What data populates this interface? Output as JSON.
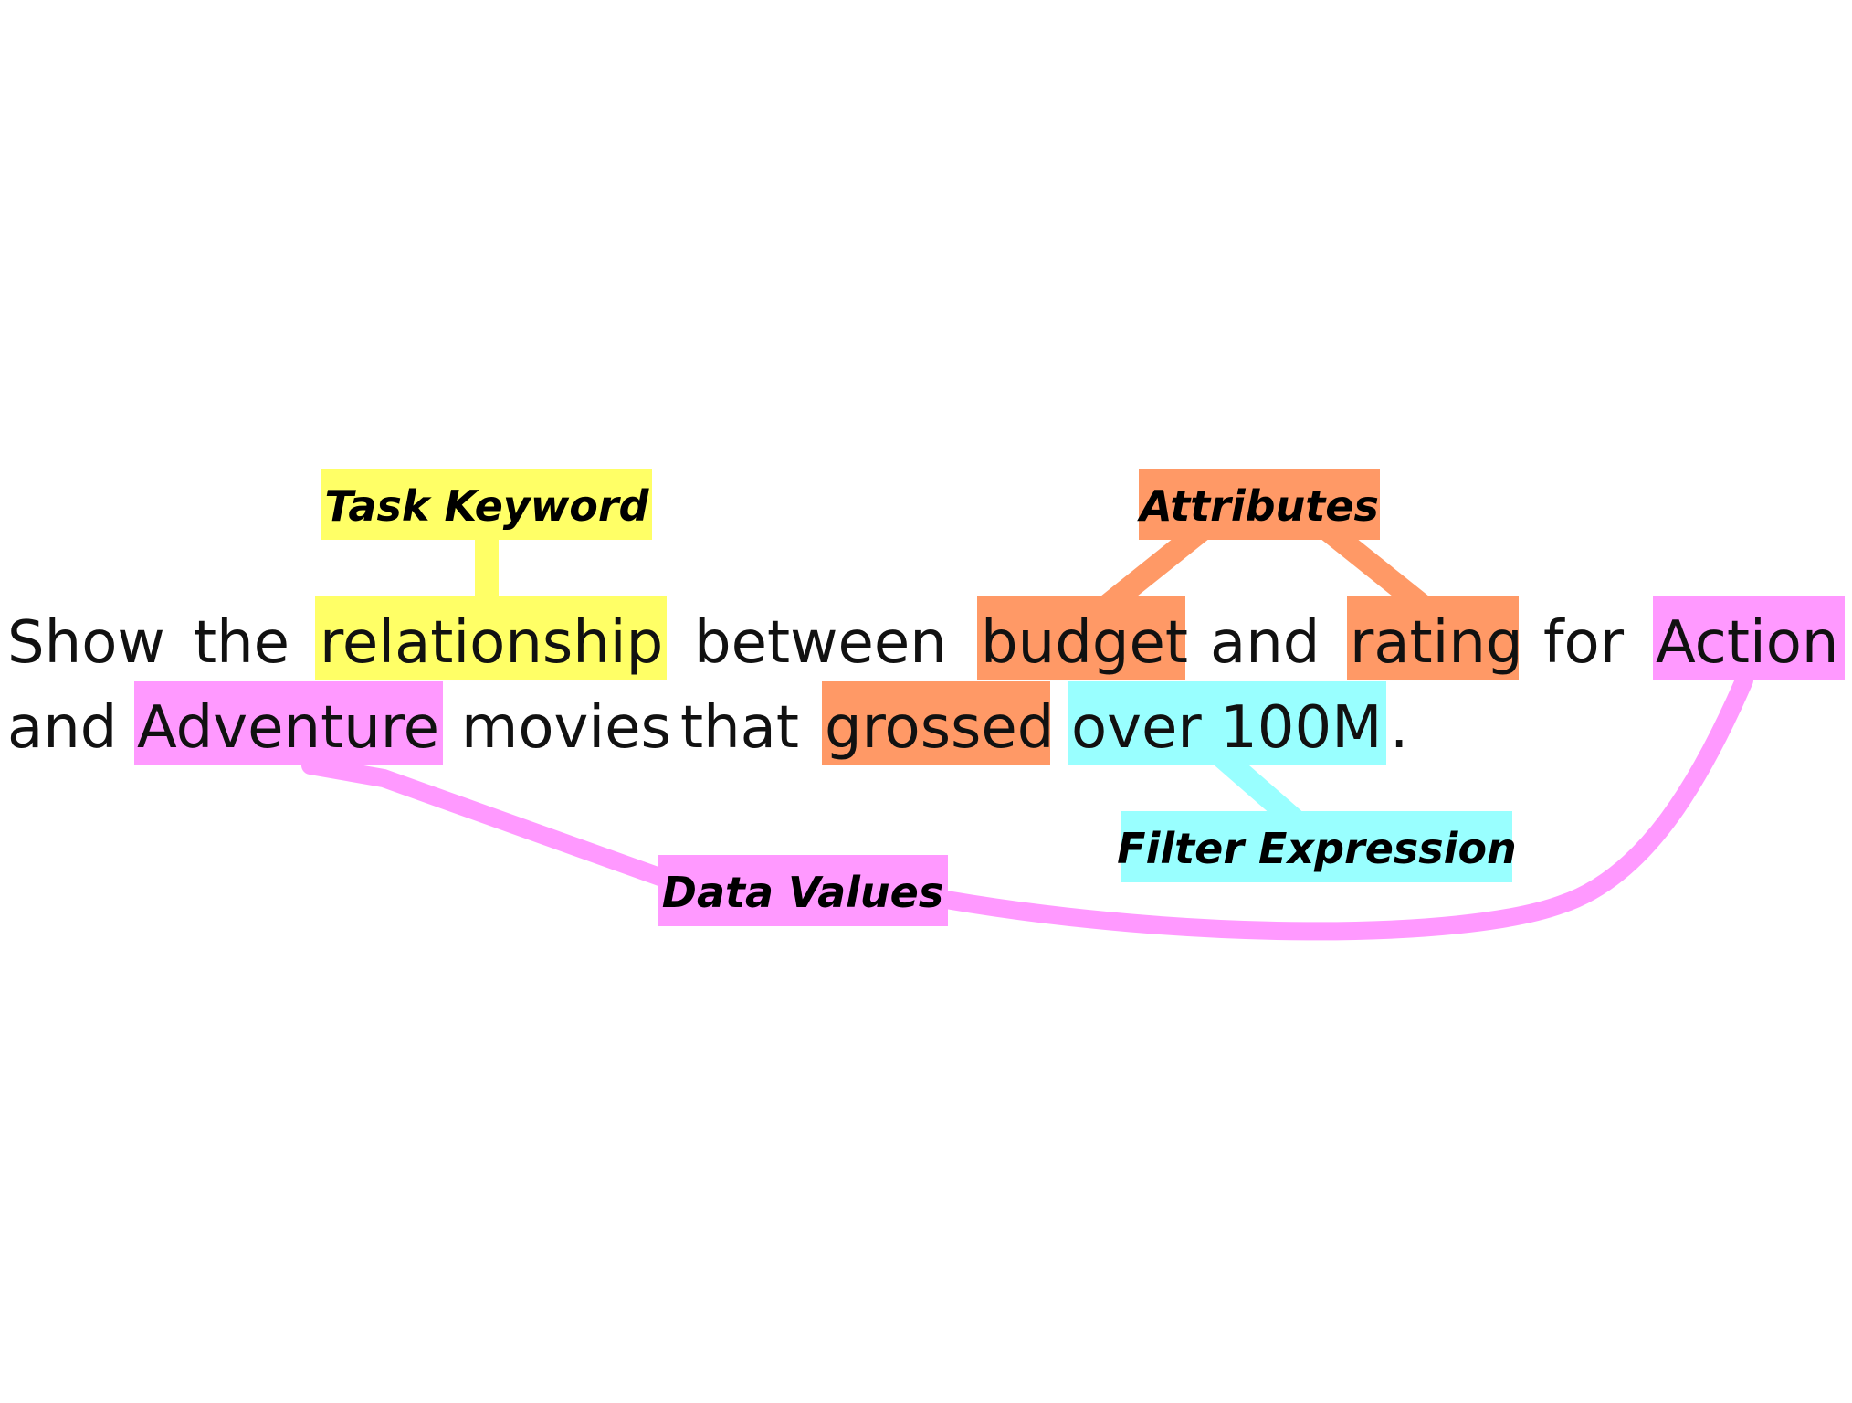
{
  "colors": {
    "task": "#ffff66",
    "attribute": "#ff9966",
    "filter": "#99ffff",
    "value": "#ff99ff",
    "text": "#111111"
  },
  "sentence": {
    "line1": [
      {
        "text": "Show",
        "role": null
      },
      {
        "text": "the",
        "role": null
      },
      {
        "text": "relationship",
        "role": "task"
      },
      {
        "text": "between",
        "role": null
      },
      {
        "text": "budget",
        "role": "attribute"
      },
      {
        "text": "and",
        "role": null
      },
      {
        "text": "rating",
        "role": "attribute"
      },
      {
        "text": "for",
        "role": null
      },
      {
        "text": "Action",
        "role": "value"
      }
    ],
    "line2": [
      {
        "text": "and",
        "role": null
      },
      {
        "text": "Adventure",
        "role": "value"
      },
      {
        "text": "movies",
        "role": null
      },
      {
        "text": "that",
        "role": null
      },
      {
        "text": "grossed",
        "role": "attribute"
      },
      {
        "text": "over 100M",
        "role": "filter"
      },
      {
        "text": ".",
        "role": null
      }
    ]
  },
  "labels": {
    "task": "Task Keyword",
    "attributes": "Attributes",
    "filter": "Filter Expression",
    "values": "Data Values"
  }
}
